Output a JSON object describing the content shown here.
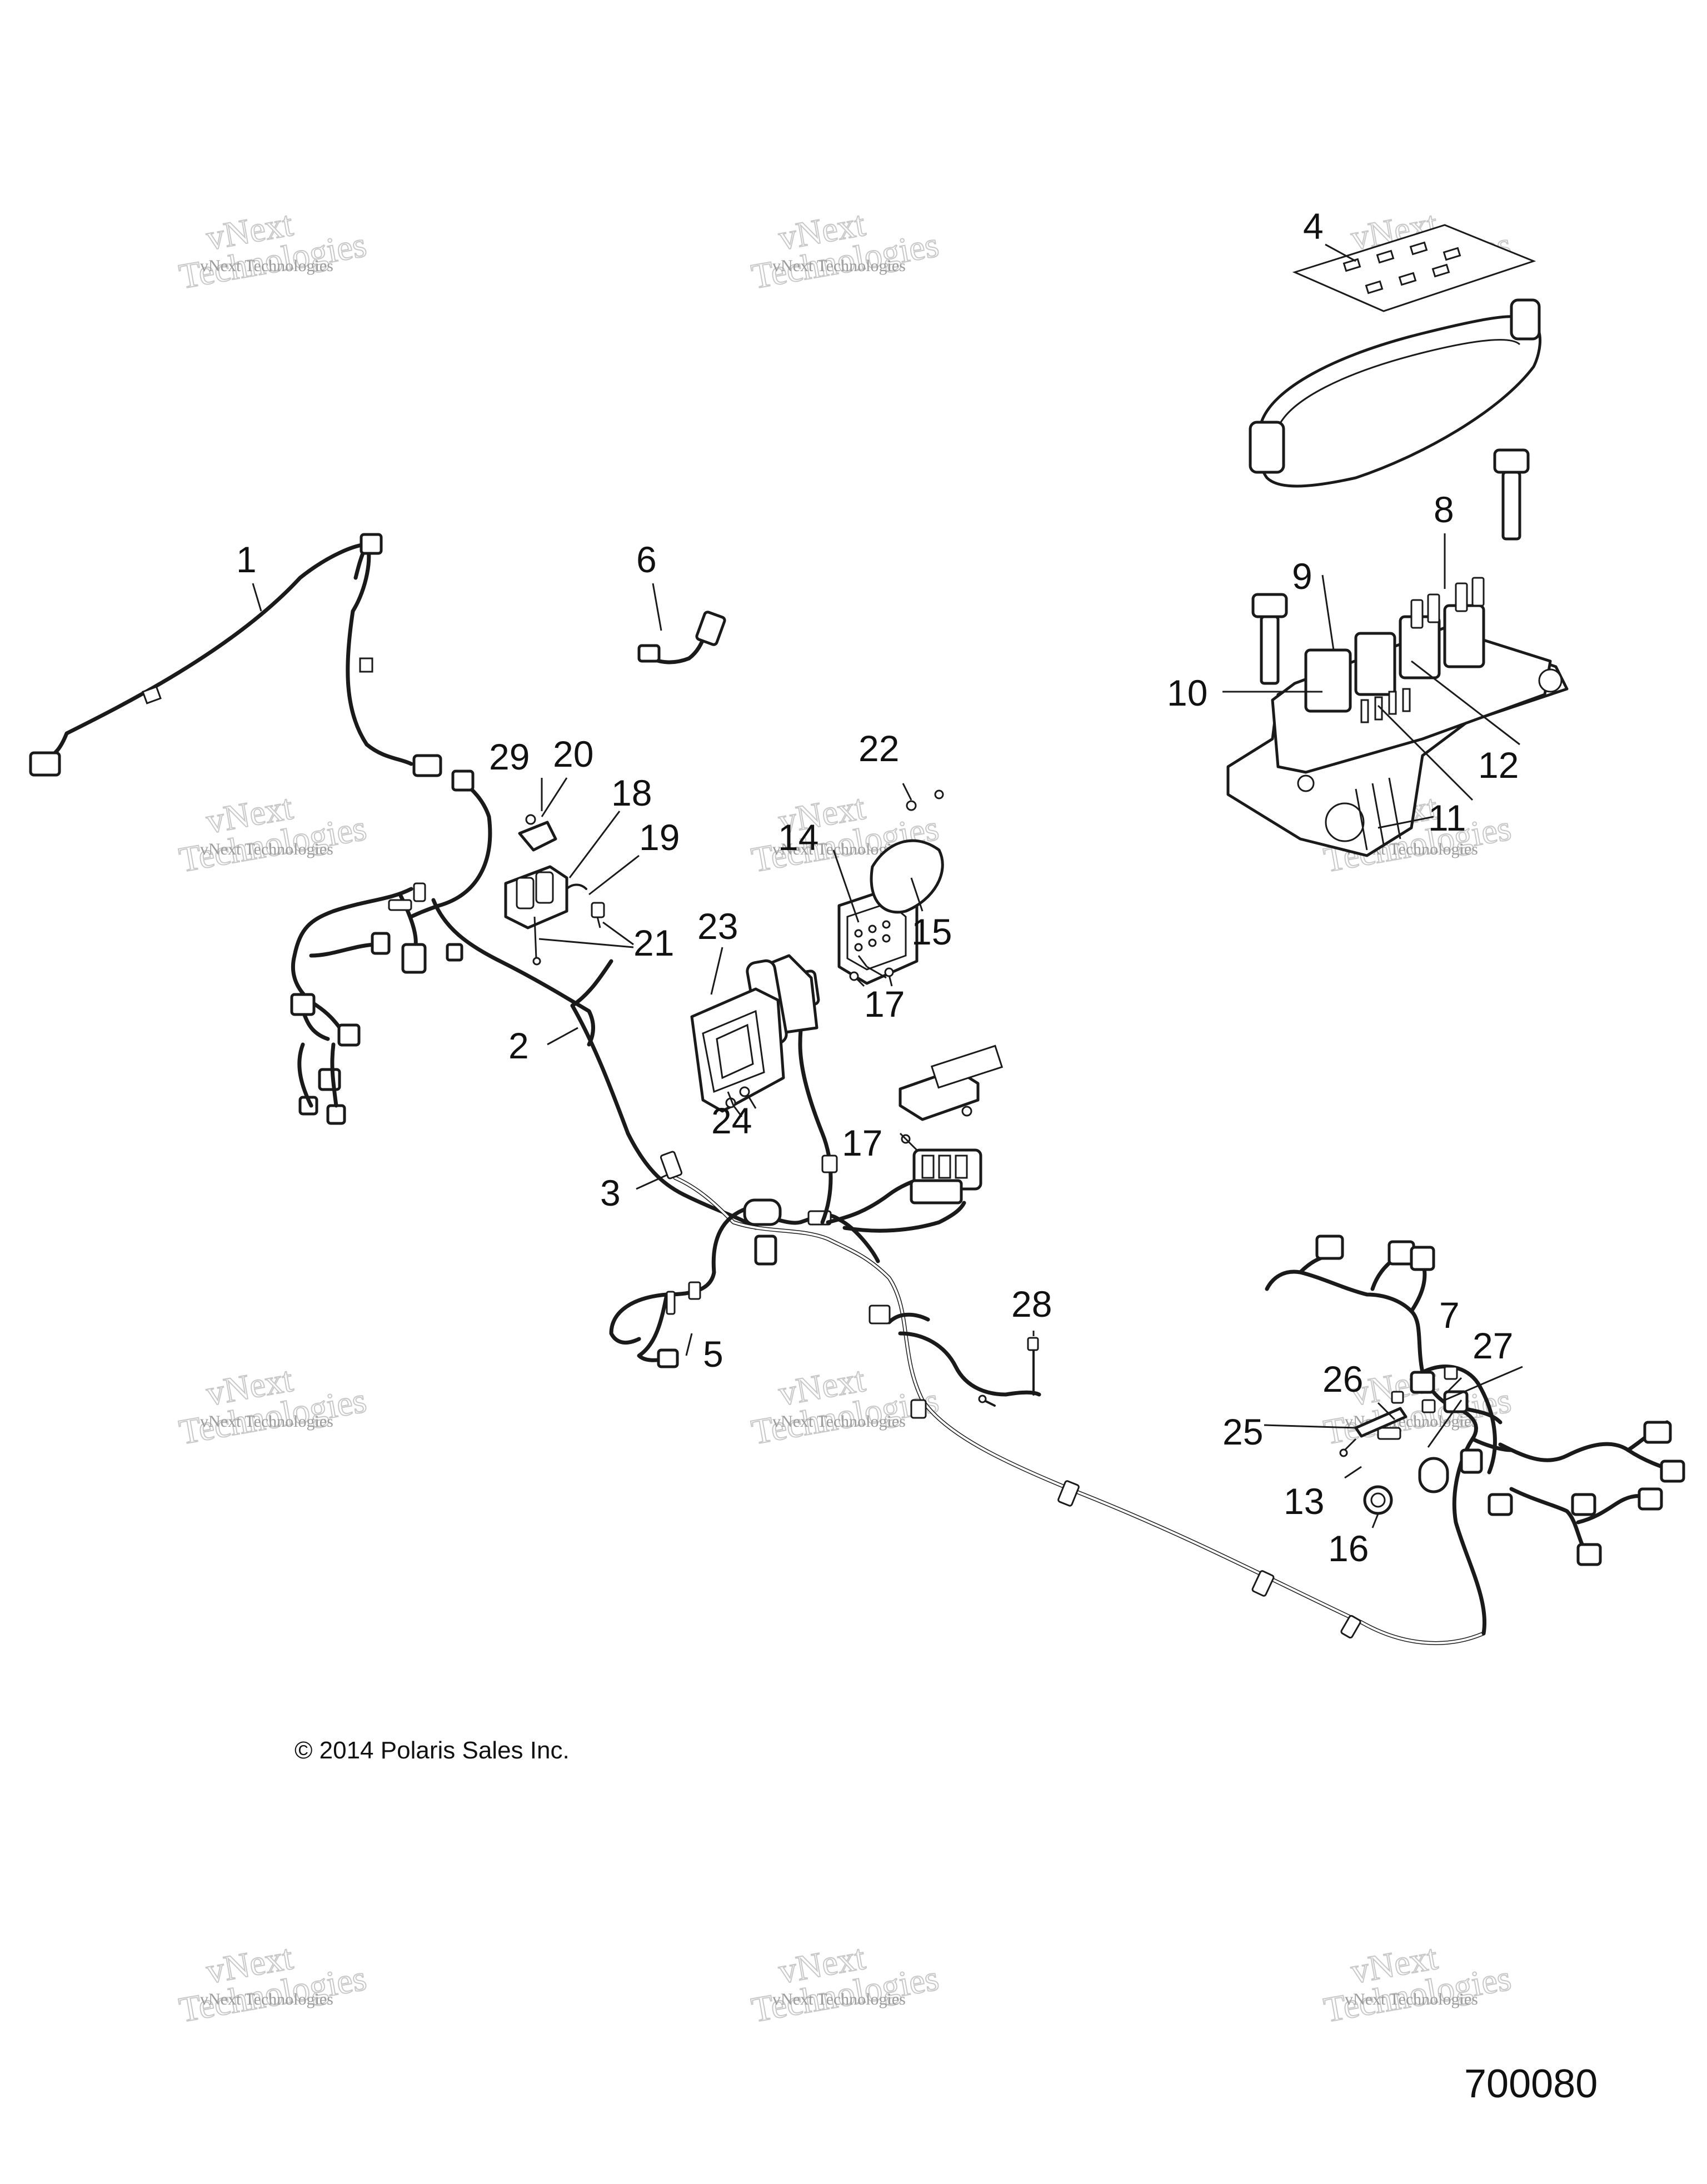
{
  "callouts": [
    {
      "id": "1",
      "label": "1"
    },
    {
      "id": "2",
      "label": "2"
    },
    {
      "id": "3",
      "label": "3"
    },
    {
      "id": "4",
      "label": "4"
    },
    {
      "id": "5",
      "label": "5"
    },
    {
      "id": "6",
      "label": "6"
    },
    {
      "id": "7",
      "label": "7"
    },
    {
      "id": "8",
      "label": "8"
    },
    {
      "id": "9",
      "label": "9"
    },
    {
      "id": "10",
      "label": "10"
    },
    {
      "id": "11",
      "label": "11"
    },
    {
      "id": "12",
      "label": "12"
    },
    {
      "id": "13",
      "label": "13"
    },
    {
      "id": "14",
      "label": "14"
    },
    {
      "id": "15",
      "label": "15"
    },
    {
      "id": "16",
      "label": "16"
    },
    {
      "id": "17a",
      "label": "17"
    },
    {
      "id": "17b",
      "label": "17"
    },
    {
      "id": "18",
      "label": "18"
    },
    {
      "id": "19",
      "label": "19"
    },
    {
      "id": "20",
      "label": "20"
    },
    {
      "id": "21",
      "label": "21"
    },
    {
      "id": "22",
      "label": "22"
    },
    {
      "id": "23",
      "label": "23"
    },
    {
      "id": "24",
      "label": "24"
    },
    {
      "id": "25",
      "label": "25"
    },
    {
      "id": "26",
      "label": "26"
    },
    {
      "id": "27",
      "label": "27"
    },
    {
      "id": "28",
      "label": "28"
    },
    {
      "id": "29",
      "label": "29"
    }
  ],
  "watermark": {
    "line1": "vNext Technologies",
    "line2": "vNext",
    "line3": "Technologies"
  },
  "copyright": "© 2014 Polaris Sales Inc.",
  "figure_number": "700080"
}
